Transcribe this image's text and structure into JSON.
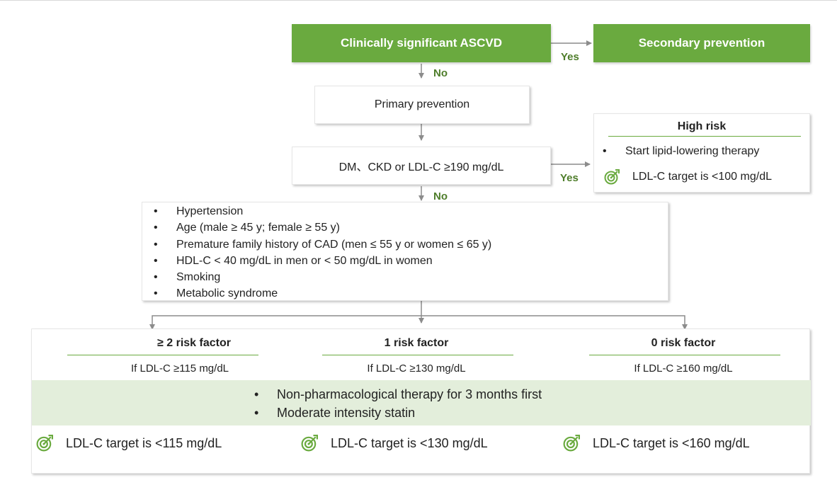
{
  "nodes": {
    "ascvd": "Clinically significant ASCVD",
    "secondary": "Secondary prevention",
    "primary": "Primary prevention",
    "dm_ckd": "DM、CKD or LDL-C ≥190 mg/dL"
  },
  "edge_labels": {
    "yes1": "Yes",
    "no1": "No",
    "yes2": "Yes",
    "no2": "No"
  },
  "high_risk": {
    "title": "High risk",
    "bullet": "Start lipid-lowering therapy",
    "target": "LDL-C target is <100 mg/dL"
  },
  "risk_factors": [
    "Hypertension",
    "Age (male ≥ 45 y; female ≥ 55 y)",
    "Premature family history of CAD (men ≤ 55 y or women ≤ 65 y)",
    "HDL-C < 40 mg/dL in men or < 50 mg/dL in women",
    "Smoking",
    "Metabolic syndrome"
  ],
  "columns": [
    {
      "title": "≥ 2 risk factor",
      "condition": "If LDL-C ≥115 mg/dL",
      "target": "LDL-C target is <115 mg/dL"
    },
    {
      "title": "1 risk factor",
      "condition": "If LDL-C ≥130 mg/dL",
      "target": "LDL-C target is <130 mg/dL"
    },
    {
      "title": "0 risk factor",
      "condition": "If LDL-C ≥160 mg/dL",
      "target": "LDL-C target is <160 mg/dL"
    }
  ],
  "therapy": [
    "Non-pharmacological therapy for 3 months first",
    "Moderate intensity statin"
  ],
  "colors": {
    "accent": "#6aaa3f",
    "band": "#e3eedb",
    "label": "#4e7d2a",
    "arrow": "#8c8c8c"
  }
}
